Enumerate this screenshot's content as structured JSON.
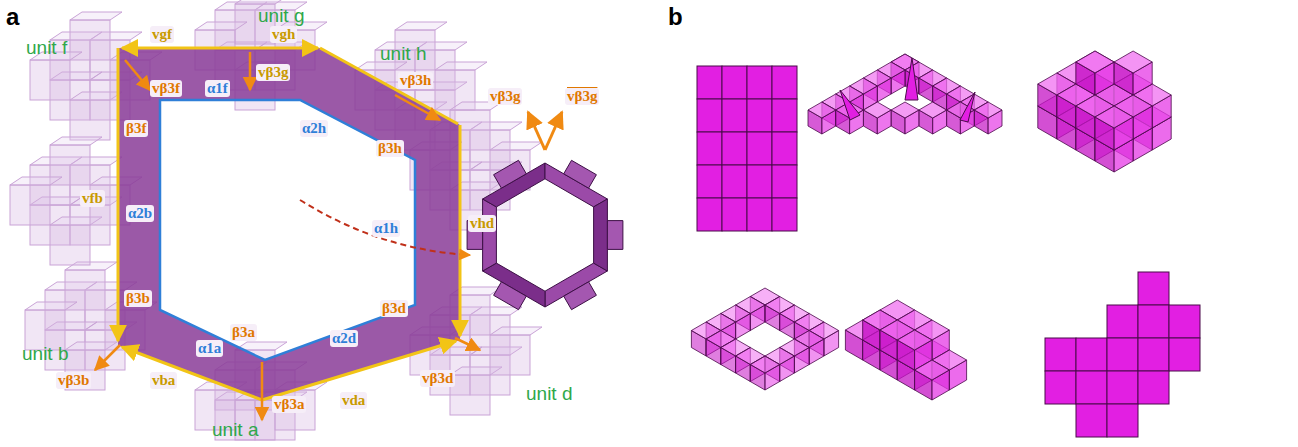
{
  "diagram": {
    "labels": [
      "a",
      "b",
      "unit g",
      "unit f",
      "unit h",
      "unit b",
      "unit d",
      "unit a",
      "vgf",
      "vβ3g",
      "vgh",
      "vβ3f",
      "β3f",
      "α1f",
      "α2h",
      "vβ3h",
      "β3h",
      "vfb",
      "α2b",
      "vhd",
      "α1h",
      "β3b",
      "vβ3b",
      "vba",
      "α1a",
      "β3a",
      "α2d",
      "β3d",
      "vβ3a",
      "vda",
      "vβ3d",
      "vβ3g",
      "vβ3g"
    ]
  }
}
